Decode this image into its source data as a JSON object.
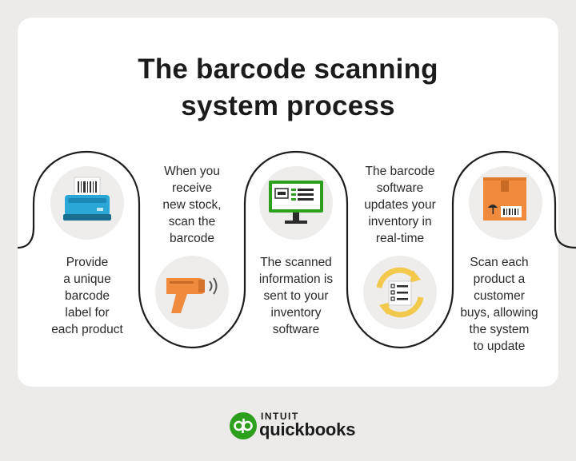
{
  "title": {
    "line1": "The barcode scanning",
    "line2": "system process"
  },
  "steps": [
    {
      "icon": "receipt-printer-icon",
      "lines": [
        "Provide",
        "a unique",
        "barcode",
        "label for",
        "each product"
      ]
    },
    {
      "icon": "barcode-scanner-icon",
      "lines": [
        "When you",
        "receive",
        "new stock,",
        "scan the",
        "barcode"
      ]
    },
    {
      "icon": "computer-monitor-icon",
      "lines": [
        "The scanned",
        "information is",
        "sent to your",
        "inventory",
        "software"
      ]
    },
    {
      "icon": "sync-list-icon",
      "lines": [
        "The barcode",
        "software",
        "updates your",
        "inventory in",
        "real-time"
      ]
    },
    {
      "icon": "shipping-box-icon",
      "lines": [
        "Scan each",
        "product a",
        "customer",
        "buys, allowing",
        "the system",
        "to update"
      ]
    }
  ],
  "brand": {
    "top": "INTUIT",
    "main": "quickbooks",
    "badge": "qb",
    "color": "#2ca01c"
  },
  "colors": {
    "accent_blue": "#2aa7d6",
    "accent_orange": "#f08a3c",
    "accent_green": "#2ca01c",
    "accent_yellow": "#f2c94c"
  }
}
